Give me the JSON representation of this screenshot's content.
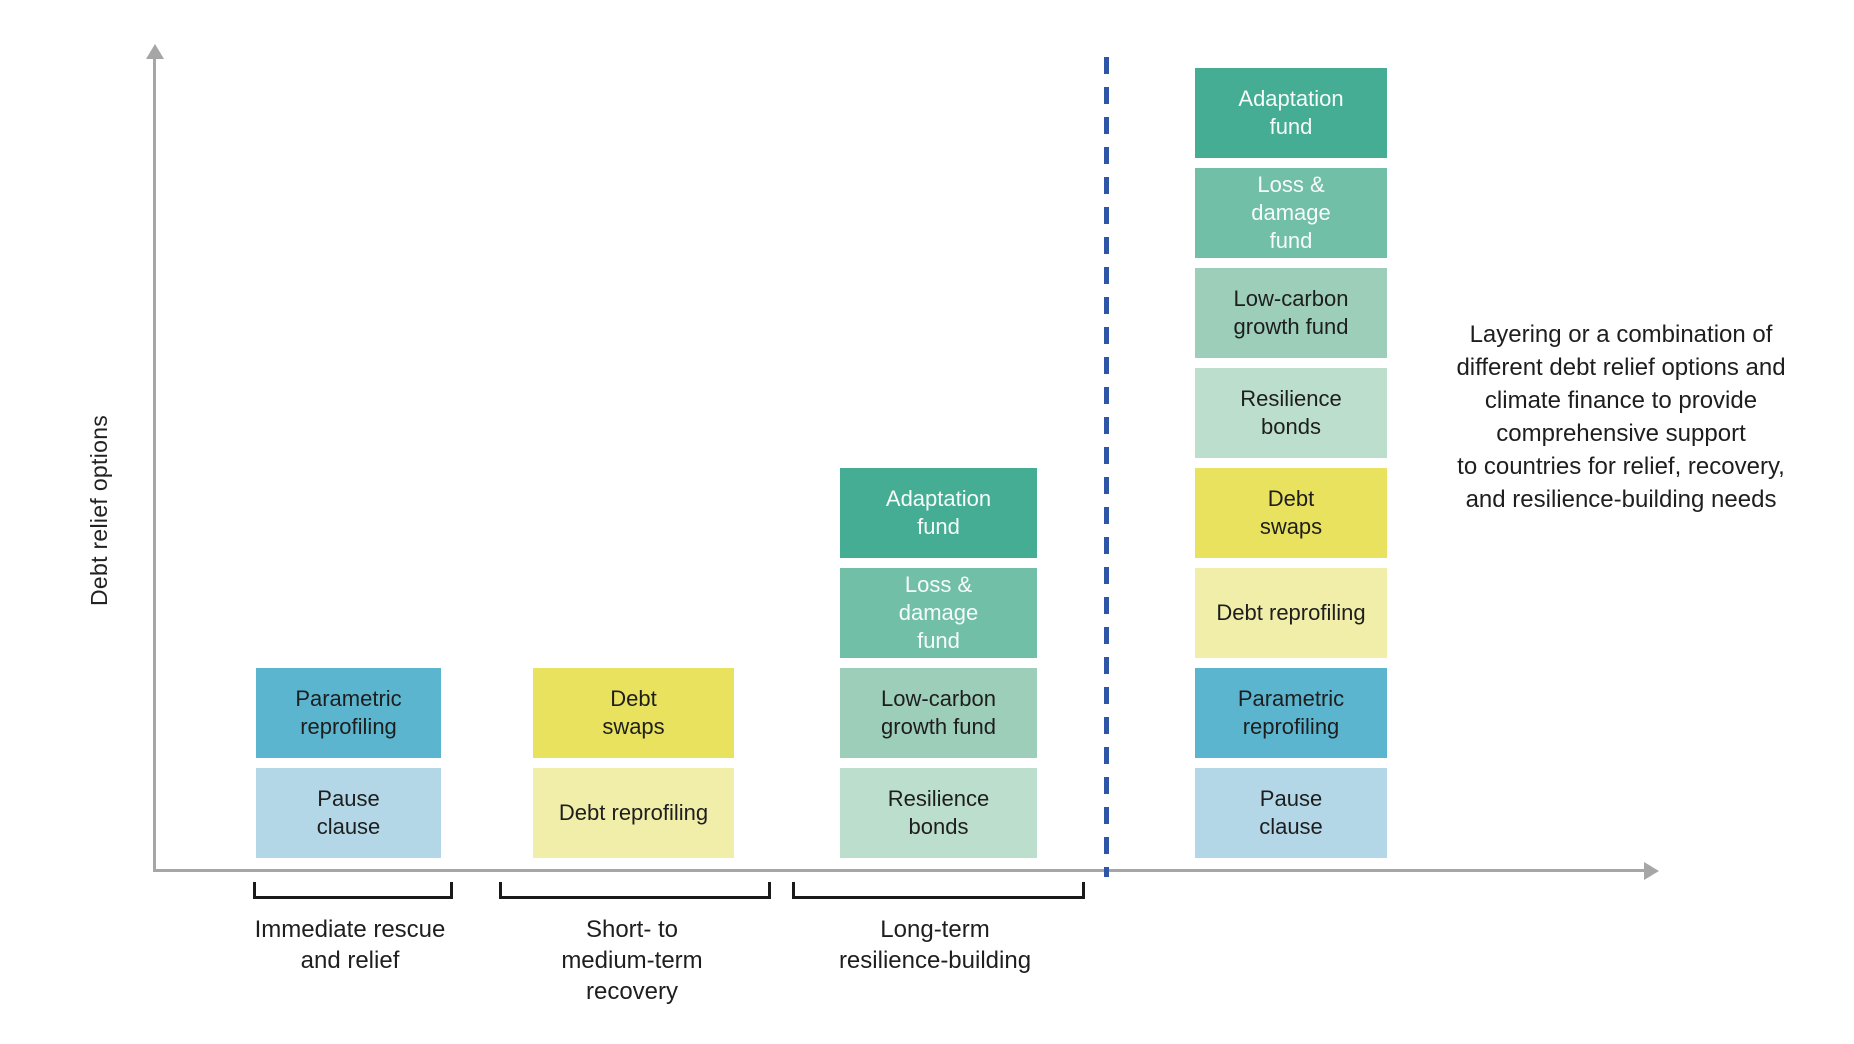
{
  "y_axis_label": "Debt relief options",
  "annotation": "Layering or a combination of\ndifferent debt relief options and\nclimate finance to provide\ncomprehensive support\nto countries for relief, recovery,\nand resilience-building needs",
  "colors": {
    "adaptation_fund": "#44AD93",
    "loss_damage_fund": "#72BFA8",
    "low_carbon_growth_fund": "#9CCEB9",
    "resilience_bonds": "#BCDECC",
    "debt_swaps": "#E8E25E",
    "debt_reprofiling": "#F0EEA8",
    "parametric_reprofiling": "#5CB5CF",
    "pause_clause": "#B4D7E8",
    "axis": "#A6A6A6",
    "divider_dashed_line": "#2F55A7",
    "bracket": "#1A1A1A",
    "text_dark": "#1E1E1E",
    "text_light": "#F6FBF9"
  },
  "phases": [
    {
      "label": "Immediate rescue\nand relief",
      "boxes": [
        {
          "label": "Parametric\nreprofiling",
          "bg": "#5CB5CF",
          "fg": "#1E1E1E"
        },
        {
          "label": "Pause\nclause",
          "bg": "#B4D7E8",
          "fg": "#1E1E1E"
        }
      ]
    },
    {
      "label": "Short- to\nmedium-term\nrecovery",
      "boxes": [
        {
          "label": "Debt\nswaps",
          "bg": "#E8E25E",
          "fg": "#1E1E1E"
        },
        {
          "label": "Debt reprofiling",
          "bg": "#F0EEA8",
          "fg": "#1E1E1E"
        }
      ]
    },
    {
      "label": "Long-term\nresilience-building",
      "boxes": [
        {
          "label": "Adaptation\nfund",
          "bg": "#44AD93",
          "fg": "#F6FBF9"
        },
        {
          "label": "Loss &\ndamage\nfund",
          "bg": "#72BFA8",
          "fg": "#F6FBF9"
        },
        {
          "label": "Low-carbon\ngrowth fund",
          "bg": "#9CCEB9",
          "fg": "#1E1E1E"
        },
        {
          "label": "Resilience\nbonds",
          "bg": "#BCDECC",
          "fg": "#1E1E1E"
        }
      ]
    }
  ],
  "combined_stack": {
    "boxes": [
      {
        "label": "Adaptation\nfund",
        "bg": "#44AD93",
        "fg": "#F6FBF9"
      },
      {
        "label": "Loss &\ndamage\nfund",
        "bg": "#72BFA8",
        "fg": "#F6FBF9"
      },
      {
        "label": "Low-carbon\ngrowth fund",
        "bg": "#9CCEB9",
        "fg": "#1E1E1E"
      },
      {
        "label": "Resilience\nbonds",
        "bg": "#BCDECC",
        "fg": "#1E1E1E"
      },
      {
        "label": "Debt\nswaps",
        "bg": "#E8E25E",
        "fg": "#1E1E1E"
      },
      {
        "label": "Debt reprofiling",
        "bg": "#F0EEA8",
        "fg": "#1E1E1E"
      },
      {
        "label": "Parametric\nreprofiling",
        "bg": "#5CB5CF",
        "fg": "#1E1E1E"
      },
      {
        "label": "Pause\nclause",
        "bg": "#B4D7E8",
        "fg": "#1E1E1E"
      }
    ]
  }
}
